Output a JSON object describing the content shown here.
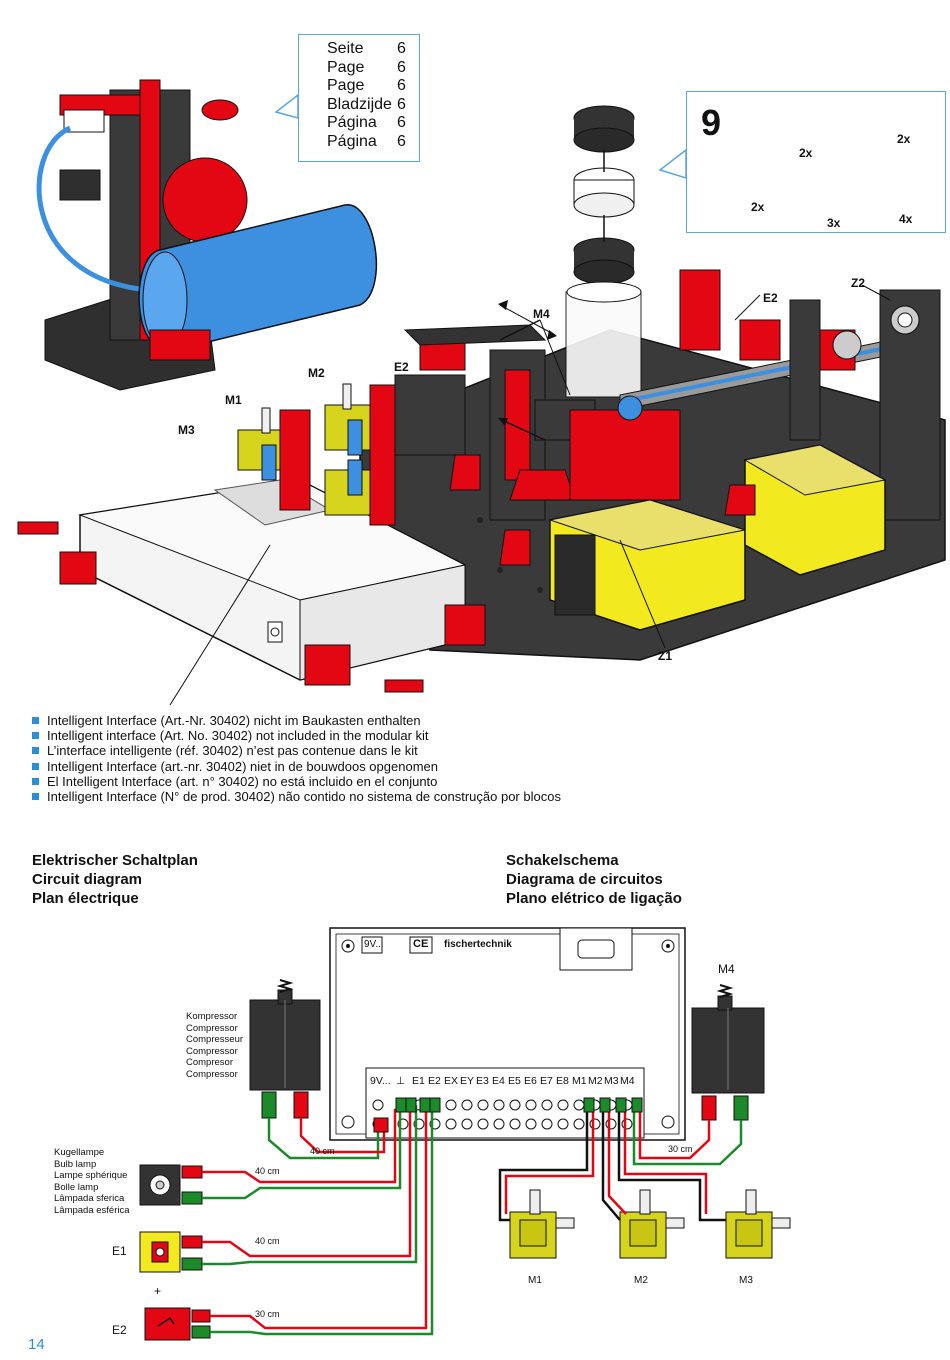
{
  "page_refs": [
    {
      "label": "Seite",
      "page": "6"
    },
    {
      "label": "Page",
      "page": "6"
    },
    {
      "label": "Page",
      "page": "6"
    },
    {
      "label": "Bladzijde",
      "page": "6"
    },
    {
      "label": "Página",
      "page": "6"
    },
    {
      "label": "Página",
      "page": "6"
    }
  ],
  "step": {
    "number": "9",
    "parts": [
      {
        "qty": "2x"
      },
      {
        "qty": "2x"
      },
      {
        "qty": "2x"
      },
      {
        "qty": "3x"
      },
      {
        "qty": "4x"
      }
    ]
  },
  "model_labels": {
    "m1": "M1",
    "m2": "M2",
    "m3": "M3",
    "m4": "M4",
    "e2": "E2",
    "e2b": "E2",
    "z1": "Z1",
    "z2": "Z2"
  },
  "notes": [
    "Intelligent Interface (Art.-Nr. 30402) nicht im Baukasten enthalten",
    "Intelligent interface (Art. No. 30402) not included in the modular kit",
    "L’interface intelligente (réf. 30402) n’est pas contenue dans le kit",
    "Intelligent Interface (art.-nr. 30402) niet in de bouwdoos opgenomen",
    "El Intelligent Interface (art. n° 30402) no está incluido en el conjunto",
    "Intelligent Interface (N° de prod. 30402) não contido no sistema de construção por blocos"
  ],
  "headings_left": [
    "Elektrischer Schaltplan",
    "Circuit diagram",
    "Plan électrique"
  ],
  "headings_right": [
    "Schakelschema",
    "Diagrama de circuitos",
    "Plano elétrico de ligação"
  ],
  "interface": {
    "power_label": "9V...",
    "ce_label": "CE",
    "brand": "fischertechnik",
    "terminal_power": "9V...",
    "terminals": [
      "⊥",
      "E1",
      "E2",
      "EX",
      "EY",
      "E3",
      "E4",
      "E5",
      "E6",
      "E7",
      "E8",
      "M1",
      "M2",
      "M3",
      "M4"
    ]
  },
  "compressor_labels": [
    "Kompressor",
    "Compressor",
    "Compresseur",
    "Compressor",
    "Compresor",
    "Compressor"
  ],
  "lamp_labels": [
    "Kugellampe",
    "Bulb lamp",
    "Lampe sphérique",
    "Bolle lamp",
    "Lâmpada sferica",
    "Lâmpada esférica"
  ],
  "circuit_labels": {
    "m4": "M4",
    "e1": "E1",
    "plus": "+",
    "e2": "E2",
    "v1": "M1",
    "v2": "M2",
    "v3": "M3"
  },
  "cables": {
    "compressor": "40 cm",
    "lamp": "40 cm",
    "e1": "40 cm",
    "e2": "30 cm",
    "m4": "30 cm"
  },
  "page_number": "14",
  "colors": {
    "accent": "#2b8fd6",
    "red": "#e30613",
    "yellow": "#f2ea1e",
    "blue": "#3d8fe0",
    "green": "#1d8a2a"
  }
}
